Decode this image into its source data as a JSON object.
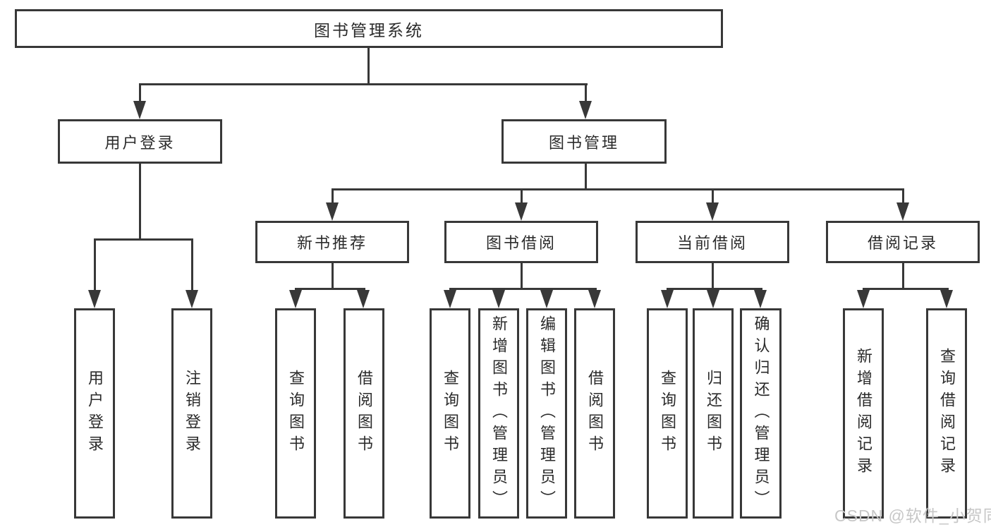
{
  "diagram": {
    "title": "图书管理系统",
    "children": [
      {
        "label": "用户登录",
        "children": [
          {
            "label": "用户登录"
          },
          {
            "label": "注销登录"
          }
        ]
      },
      {
        "label": "图书管理",
        "children": [
          {
            "label": "新书推荐",
            "children": [
              {
                "label": "查询图书"
              },
              {
                "label": "借阅图书"
              }
            ]
          },
          {
            "label": "图书借阅",
            "children": [
              {
                "label": "查询图书"
              },
              {
                "label": "新增图书（管理员）"
              },
              {
                "label": "编辑图书（管理员）"
              },
              {
                "label": "借阅图书"
              }
            ]
          },
          {
            "label": "当前借阅",
            "children": [
              {
                "label": "查询图书"
              },
              {
                "label": "归还图书"
              },
              {
                "label": "确认归还（管理员）"
              }
            ]
          },
          {
            "label": "借阅记录",
            "children": [
              {
                "label": "新增借阅记录"
              },
              {
                "label": "查询借阅记录"
              }
            ]
          }
        ]
      }
    ]
  },
  "watermark": {
    "text": "CSDN @软件_小贺同学"
  },
  "style": {
    "border_color": "#383838",
    "text_color": "#2b2b2b",
    "watermark_color": "#c7c7c7",
    "background": "#ffffff"
  }
}
